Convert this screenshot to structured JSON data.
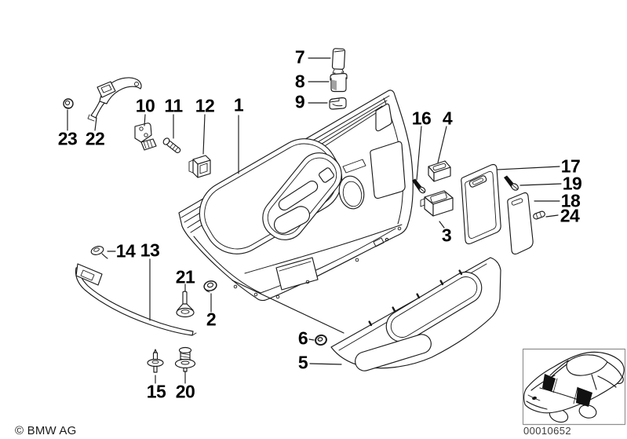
{
  "diagram": {
    "copyright": "© BMW AG",
    "code": "00010652",
    "background_color": "#ffffff",
    "line_color": "#1a1a1a",
    "highlight_color": "#111111"
  },
  "part_numbers": {
    "p1": "1",
    "p2": "2",
    "p3": "3",
    "p4": "4",
    "p5": "5",
    "p6": "6",
    "p7": "7",
    "p8": "8",
    "p9": "9",
    "p10": "10",
    "p11": "11",
    "p12": "12",
    "p13": "13",
    "p14": "14",
    "p15": "15",
    "p16": "16",
    "p17": "17",
    "p18": "18",
    "p19": "19",
    "p20": "20",
    "p21": "21",
    "p22": "22",
    "p23": "23",
    "p24": "24"
  }
}
